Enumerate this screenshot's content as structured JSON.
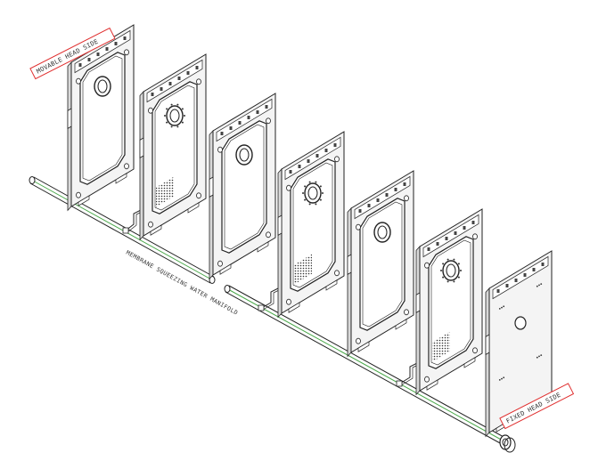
{
  "labels": {
    "movable_head": "MOVABLE HEAD SIDE",
    "fixed_head": "FIXED HEAD SIDE",
    "manifold": "MEMBRANE SQUEEZING WATER MANIFOLD"
  },
  "plates": [
    {
      "kind": "chamber"
    },
    {
      "kind": "membrane"
    },
    {
      "kind": "chamber"
    },
    {
      "kind": "membrane"
    },
    {
      "kind": "chamber"
    },
    {
      "kind": "membrane"
    },
    {
      "kind": "head"
    }
  ],
  "colors": {
    "line": "#222222",
    "frame_fill": "#f4f4f4",
    "inner_fill": "#ffffff",
    "pipe_line": "#4aa84a",
    "tag_border": "#e03030"
  }
}
